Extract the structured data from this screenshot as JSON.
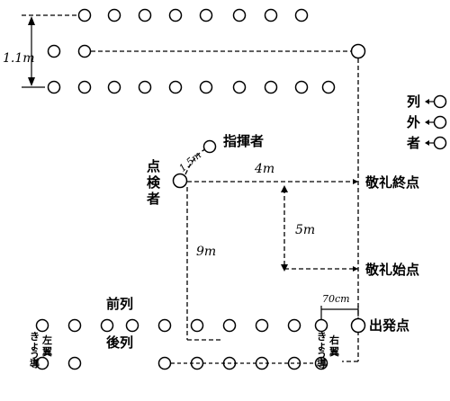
{
  "labels": {
    "dimension_rows": "1.1m",
    "commander": "指揮者",
    "inspector": "点検者",
    "commander_distance": "1.5m",
    "distance_horizontal": "4m",
    "distance_vertical": "5m",
    "distance_path": "9m",
    "salute_end": "敬礼終点",
    "salute_start": "敬礼始点",
    "start_point": "出発点",
    "spacing": "70cm",
    "front_row": "前列",
    "rear_row": "後列",
    "left_guide": "左翼きょう導",
    "right_guide": "右翼きょう導",
    "out_of_ranks": "列外者"
  }
}
